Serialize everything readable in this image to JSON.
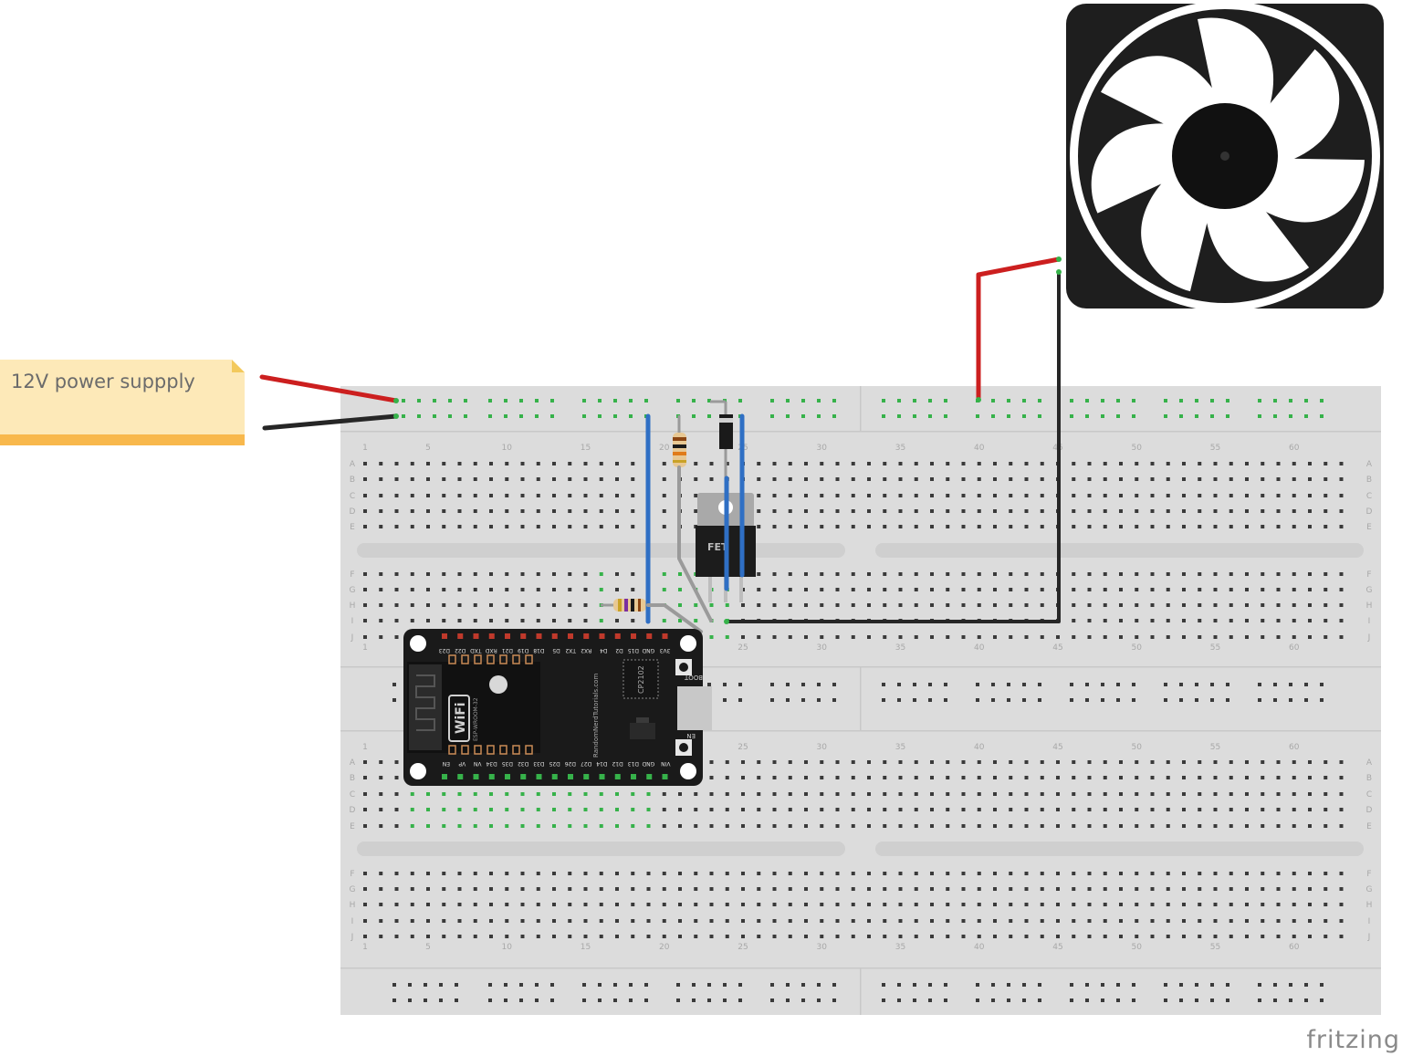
{
  "note": {
    "text": "12V power suppply"
  },
  "brand": "fritzing",
  "breadboard": {
    "column_numbers": [
      "1",
      "5",
      "10",
      "15",
      "20",
      "25",
      "30",
      "35",
      "40",
      "45",
      "50",
      "55",
      "60"
    ],
    "row_letters_top": [
      "A",
      "B",
      "C",
      "D",
      "E",
      "F",
      "G",
      "H",
      "I",
      "J"
    ],
    "row_letters_bottom": [
      "A",
      "B",
      "C",
      "D",
      "E",
      "F",
      "G",
      "H",
      "I",
      "J"
    ]
  },
  "esp32": {
    "top_pins": [
      "D23",
      "D22",
      "TXD",
      "RXD",
      "D21",
      "D19",
      "D18",
      "D5",
      "TX2",
      "RX2",
      "D4",
      "D2",
      "D15",
      "GND",
      "3V3"
    ],
    "bottom_pins": [
      "EN",
      "VP",
      "VN",
      "D34",
      "D35",
      "D32",
      "D33",
      "D25",
      "D26",
      "D27",
      "D14",
      "D12",
      "D13",
      "GND",
      "VIN"
    ],
    "module_label": "ESP-WROOM-32",
    "wifi_label": "WiFi",
    "side_text": "RandomNerdTutorials.com",
    "chip_label": "CP2102",
    "boot_label": "BOOT",
    "en_label": "EN"
  },
  "mosfet": {
    "label": "FET"
  },
  "colors": {
    "red_wire": "#cc1f1f",
    "black_wire": "#262626",
    "blue_wire": "#2f6fc4",
    "gray_wire": "#9a9a9a",
    "green_pin": "#36b24a"
  }
}
